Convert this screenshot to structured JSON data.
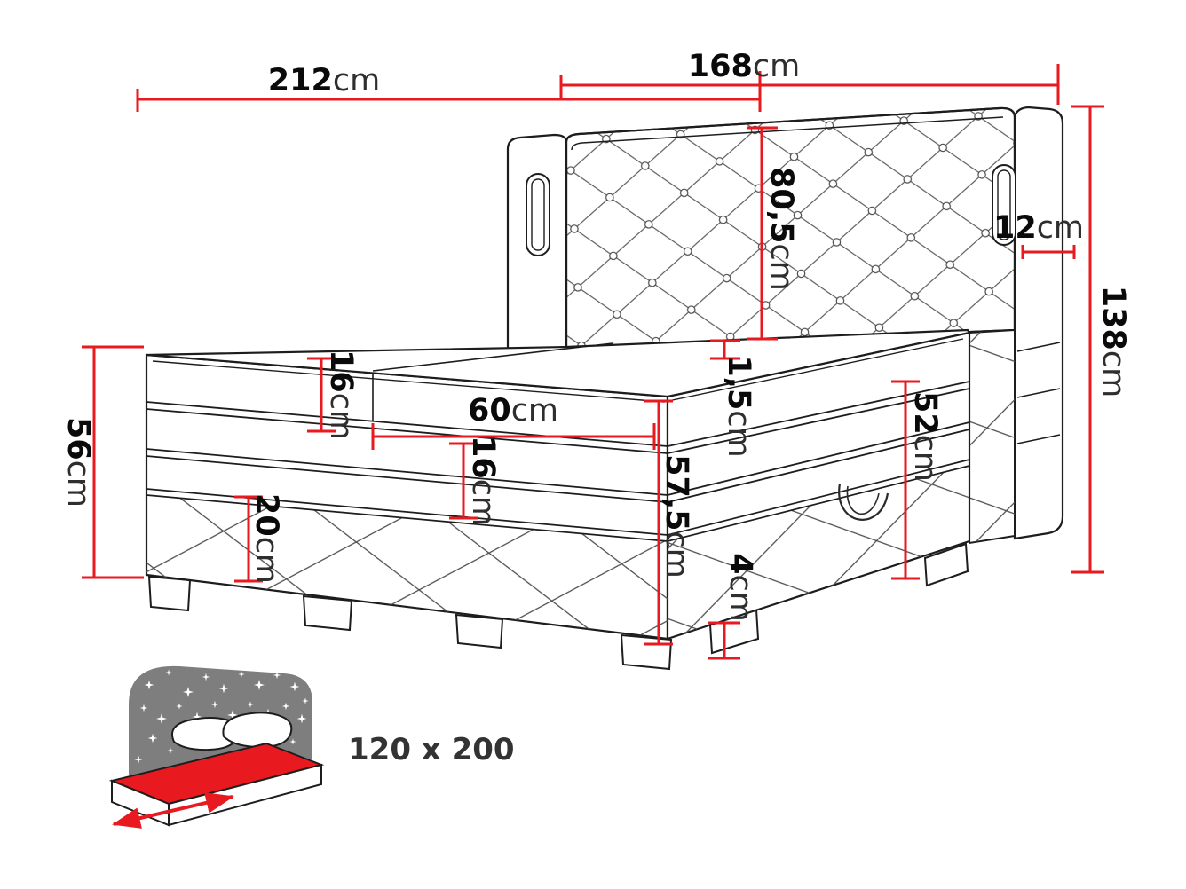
{
  "diagram": {
    "type": "bed-dimension-drawing",
    "colors": {
      "dimension_red": "#e8191f",
      "outline_black": "#1d1d1d",
      "icon_gray": "#7e7e7e"
    },
    "dims": {
      "total_width": {
        "value": "212",
        "unit": "cm"
      },
      "headboard_width": {
        "value": "168",
        "unit": "cm"
      },
      "headboard_height": {
        "value": "80,5",
        "unit": "cm"
      },
      "side_panel_depth": {
        "value": "12",
        "unit": "cm"
      },
      "total_height": {
        "value": "138",
        "unit": "cm"
      },
      "left_side_height": {
        "value": "56",
        "unit": "cm"
      },
      "top_mattress_thickness": {
        "value": "16",
        "unit": "cm"
      },
      "mattress_top_width": {
        "value": "60",
        "unit": "cm"
      },
      "top_edge_gap": {
        "value": "1,5",
        "unit": "cm"
      },
      "lower_mattress_thickness": {
        "value": "16",
        "unit": "cm"
      },
      "right_side_height": {
        "value": "52",
        "unit": "cm"
      },
      "front_height": {
        "value": "57,5",
        "unit": "cm"
      },
      "base_panel_height": {
        "value": "20",
        "unit": "cm"
      },
      "leg_height": {
        "value": "4",
        "unit": "cm"
      }
    },
    "icon": {
      "size_label": "120 x 200"
    }
  }
}
